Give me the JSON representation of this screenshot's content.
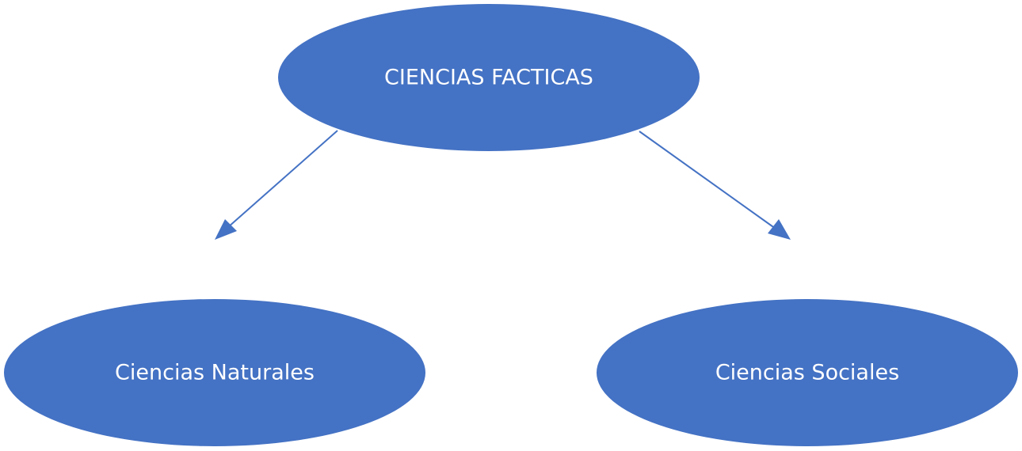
{
  "colors": {
    "node_fill": "#4472C4",
    "node_text": "#FFFFFF",
    "connector": "#4472C4",
    "background": "#FFFFFF"
  },
  "diagram": {
    "root": {
      "label": "CIENCIAS FACTICAS"
    },
    "children": [
      {
        "label": "Ciencias Naturales"
      },
      {
        "label": "Ciencias Sociales"
      }
    ],
    "edges": [
      {
        "from": "CIENCIAS FACTICAS",
        "to": "Ciencias Naturales"
      },
      {
        "from": "CIENCIAS FACTICAS",
        "to": "Ciencias Sociales"
      }
    ]
  }
}
